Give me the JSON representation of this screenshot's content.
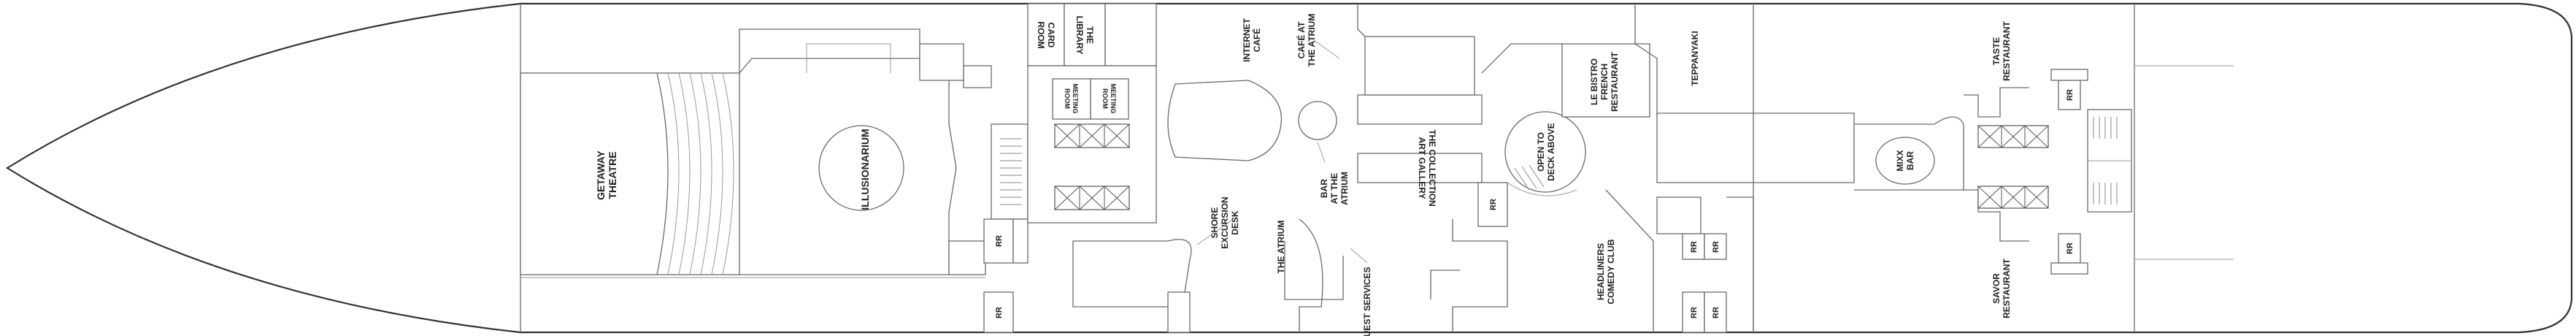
{
  "labels": {
    "getaway_theatre": [
      "GETAWAY",
      "THEATRE"
    ],
    "illusionarium": [
      "ILLUSIONARIUM"
    ],
    "card_room": [
      "CARD",
      "ROOM"
    ],
    "the_library": [
      "THE",
      "LIBRARY"
    ],
    "meeting_room": [
      "MEETING",
      "ROOM"
    ],
    "internet_cafe": [
      "INTERNET",
      "CAFÉ"
    ],
    "cafe_at_the_atrium": [
      "CAFÉ AT",
      "THE ATRIUM"
    ],
    "the_atrium": [
      "THE ATRIUM"
    ],
    "bar_at_the_atrium": [
      "BAR",
      "AT THE",
      "ATRIUM"
    ],
    "art_gallery": [
      "THE COLLECTION",
      "ART GALLERY"
    ],
    "shore_excursion_desk": [
      "SHORE",
      "EXCURSION",
      "DESK"
    ],
    "guest_services": [
      "GUEST SERVICES"
    ],
    "open_to_deck_above": [
      "OPEN TO",
      "DECK ABOVE"
    ],
    "le_bistro": [
      "LE BISTRO",
      "FRENCH",
      "RESTAURANT"
    ],
    "headliners": [
      "HEADLINERS",
      "COMEDY CLUB"
    ],
    "teppanyaki": [
      "TEPPANYAKI"
    ],
    "mixx_bar": [
      "MIXX",
      "BAR"
    ],
    "taste_restaurant": [
      "TASTE",
      "RESTAURANT"
    ],
    "savor_restaurant": [
      "SAVOR",
      "RESTAURANT"
    ],
    "restroom": "RR"
  },
  "colors": {
    "hull_outline": "#333333",
    "walls": "#6a6a6a",
    "text": "#222222",
    "background": "#ffffff"
  }
}
